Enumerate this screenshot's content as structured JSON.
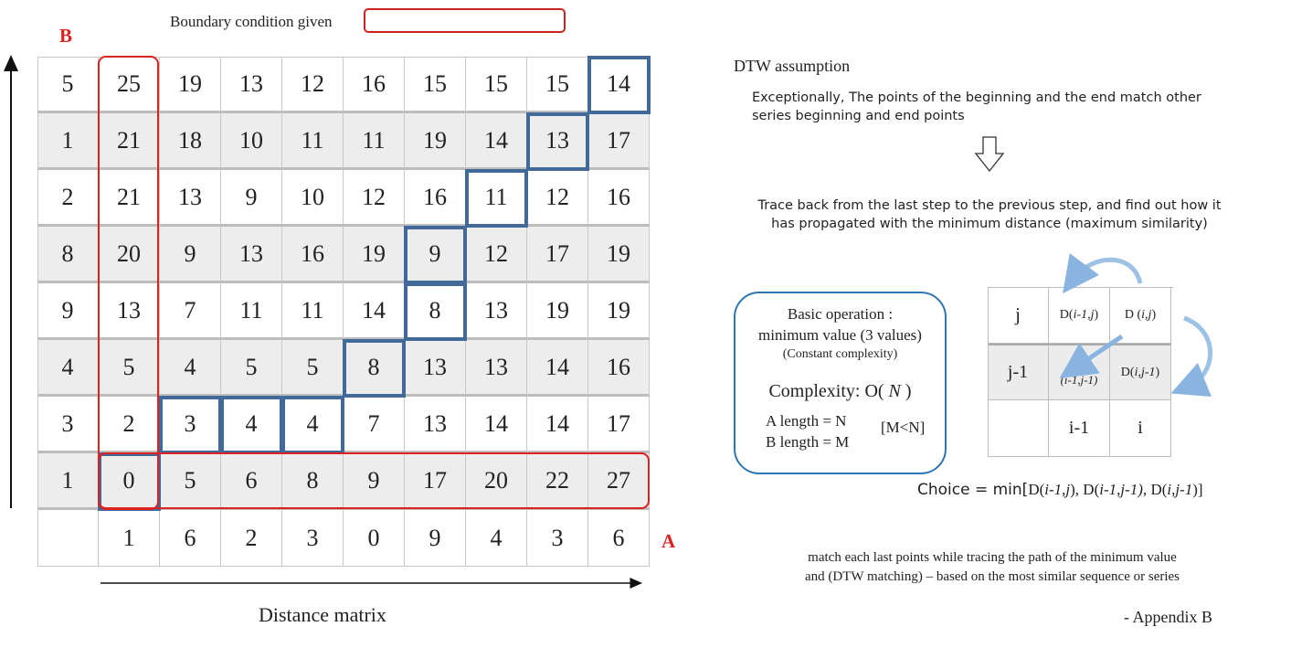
{
  "header": {
    "boundary_label": "Boundary condition given",
    "axis_b": "B",
    "axis_a": "A"
  },
  "matrix": {
    "row_labels": [
      "5",
      "1",
      "2",
      "8",
      "9",
      "4",
      "3",
      "1"
    ],
    "col_labels": [
      "1",
      "6",
      "2",
      "3",
      "0",
      "9",
      "4",
      "3",
      "6"
    ],
    "values": [
      [
        "25",
        "19",
        "13",
        "12",
        "16",
        "15",
        "15",
        "15",
        "14"
      ],
      [
        "21",
        "18",
        "10",
        "11",
        "11",
        "19",
        "14",
        "13",
        "17"
      ],
      [
        "21",
        "13",
        "9",
        "10",
        "12",
        "16",
        "11",
        "12",
        "16"
      ],
      [
        "20",
        "9",
        "13",
        "16",
        "19",
        "9",
        "12",
        "17",
        "19"
      ],
      [
        "13",
        "7",
        "11",
        "11",
        "14",
        "8",
        "13",
        "19",
        "19"
      ],
      [
        "5",
        "4",
        "5",
        "5",
        "8",
        "13",
        "13",
        "14",
        "16"
      ],
      [
        "2",
        "3",
        "4",
        "4",
        "7",
        "13",
        "14",
        "14",
        "17"
      ],
      [
        "0",
        "5",
        "6",
        "8",
        "9",
        "17",
        "20",
        "22",
        "27"
      ]
    ],
    "path": [
      [
        7,
        0
      ],
      [
        6,
        1
      ],
      [
        6,
        2
      ],
      [
        6,
        3
      ],
      [
        5,
        4
      ],
      [
        4,
        5
      ],
      [
        3,
        5
      ],
      [
        2,
        6
      ],
      [
        1,
        7
      ],
      [
        0,
        8
      ]
    ],
    "caption": "Distance matrix",
    "path_color": "#41699a",
    "boundary_color": "#dd2222"
  },
  "right": {
    "dtw_title": "DTW assumption",
    "dtw_text": "Exceptionally, The points of the beginning and the end match other series beginning and end points",
    "trace_line1": "Trace back from the last step to the previous step, and find out how it",
    "trace_line2": "has propagated with the minimum distance (maximum similarity)",
    "basic_op": {
      "line1": "Basic operation :",
      "line2": "minimum value (3 values)",
      "line3": "(Constant complexity)",
      "complexity_label": "Complexity: O(",
      "complexity_var": "N",
      "complexity_end": ")",
      "a_length": "A length = N",
      "b_length": "B length = M",
      "m_lt_n": "[M<N]"
    },
    "mini_grid": {
      "row_j": "j",
      "d_im1_j_prefix": "D(",
      "d_im1_j_var": "i-1,j",
      "d_ij_prefix": "D (",
      "d_ij_var": "i,j",
      "row_jm1": "j-1",
      "d_diag_top": "D",
      "d_diag_var": "(i-1,j-1)",
      "d_i_jm1_prefix": "D(",
      "d_i_jm1_var": "i,j-1",
      "col_im1": "i-1",
      "col_i": "i",
      "close": ")"
    },
    "choice_label": "Choice = min[",
    "choice_t1_pre": "D(",
    "choice_t1_var": "i-1,j",
    "choice_t2_pre": "), D(",
    "choice_t2_var": "i-1,j-1),",
    "choice_t3_pre": " D(",
    "choice_t3_var": "i,j-1",
    "choice_end": ")]",
    "match_line1": "match each last points  while tracing the path of the minimum value",
    "match_line2": "and (DTW matching) – based on the most similar sequence or series",
    "appendix": "- Appendix B"
  }
}
